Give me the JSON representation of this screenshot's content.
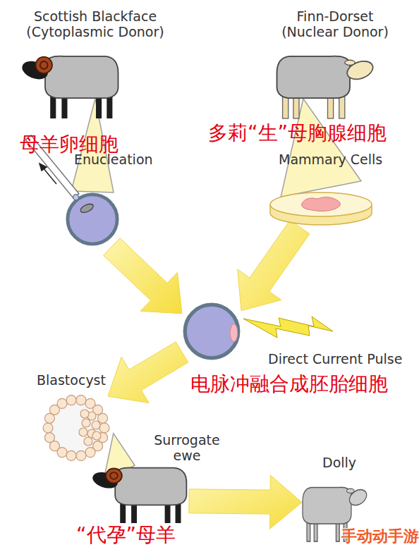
{
  "diagram": {
    "nodes": [
      {
        "text": [
          "Scottish Blackface (Cytoplasmic Donor)"
        ]
      },
      {
        "text": [
          "Finn-Dorset (Nuclear Donor)"
        ]
      },
      {
        "text": [
          "母羊卵细胞",
          "Enucleation"
        ]
      },
      {
        "text": [
          "多莉“生”母胸腺细胞",
          "Mammary Cells"
        ]
      },
      {
        "text": [
          "Direct Current Pulse",
          "电脉冲融合成胚胎细胞"
        ]
      },
      {
        "text": [
          "Blastocyst"
        ]
      },
      {
        "text": [
          "Surrogate ewe",
          "“代孕”母羊"
        ]
      },
      {
        "text": [
          "Dolly"
        ]
      }
    ],
    "edges": [
      {
        "from": 0,
        "to": 2,
        "arrow": "none"
      },
      {
        "from": 1,
        "to": 3,
        "arrow": "none"
      },
      {
        "from": 2,
        "to": 4,
        "arrow": "to"
      },
      {
        "from": 3,
        "to": 4,
        "arrow": "to"
      },
      {
        "from": 4,
        "to": 5,
        "arrow": "to"
      },
      {
        "from": 5,
        "to": 6,
        "arrow": "none"
      },
      {
        "from": 6,
        "to": 7,
        "arrow": "to"
      }
    ],
    "labels": [
      "手动动手游"
    ]
  }
}
